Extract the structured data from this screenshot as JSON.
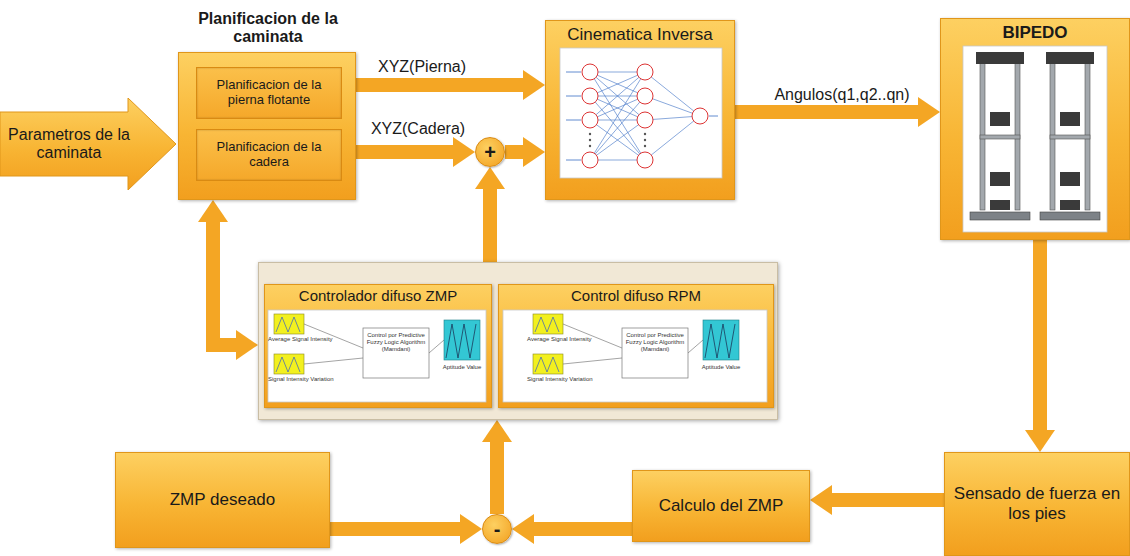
{
  "diagram": {
    "nodes": [
      {
        "text": [
          "Parametros de la caminata"
        ]
      },
      {
        "text": [
          "Planificacion de la caminata"
        ]
      },
      {
        "text": [
          "Planificacion de la pierna flotante"
        ],
        "in": 1
      },
      {
        "text": [
          "Planificacion de la cadera"
        ],
        "in": 1
      },
      {
        "text": [
          "+"
        ]
      },
      {
        "text": [
          "Cinematica Inversa"
        ]
      },
      {
        "text": [
          "BIPEDO"
        ]
      },
      {
        "text": []
      },
      {
        "text": [
          "Controlador difuso ZMP"
        ],
        "in": 7
      },
      {
        "text": [
          "Control difuso RPM"
        ],
        "in": 7
      },
      {
        "text": [
          "ZMP deseado"
        ]
      },
      {
        "text": [
          "-"
        ]
      },
      {
        "text": [
          "Calculo del ZMP"
        ]
      },
      {
        "text": [
          "Sensado de fuerza en los pies"
        ]
      }
    ],
    "edges": [
      {
        "from": 1,
        "to": 5,
        "arrow": "to",
        "label": "XYZ(Pierna)"
      },
      {
        "from": 1,
        "to": 4,
        "arrow": "to",
        "label": "XYZ(Cadera)"
      },
      {
        "from": 4,
        "to": 5,
        "arrow": "to"
      },
      {
        "from": 5,
        "to": 6,
        "arrow": "to",
        "label": "Angulos(q1,q2..qn)"
      },
      {
        "from": 6,
        "to": 13,
        "arrow": "to"
      },
      {
        "from": 13,
        "to": 12,
        "arrow": "to"
      },
      {
        "from": 12,
        "to": 11,
        "arrow": "to"
      },
      {
        "from": 10,
        "to": 11,
        "arrow": "to"
      },
      {
        "from": 11,
        "to": 7,
        "arrow": "to"
      },
      {
        "from": 7,
        "to": 4,
        "arrow": "to"
      },
      {
        "from": 1,
        "to": 7,
        "arrow": "both"
      }
    ],
    "labels": [
      "Average Signal Intensity",
      "Signal Intensity Variation",
      "Control por Predictive Fuzzy Logic Algorithm (Mamdani)",
      "Aptitude Value",
      "Average Signal Intensity",
      "Signal Intensity Variation",
      "Control por Predictive Fuzzy Logic Algorithm (Mamdani)",
      "Aptitude Value"
    ]
  }
}
